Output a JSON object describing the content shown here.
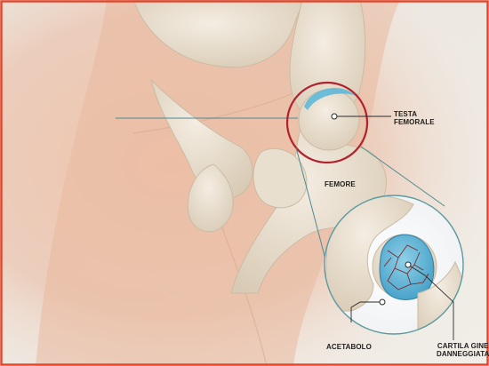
{
  "diagram": {
    "labels": {
      "femoral_head": [
        "TESTA",
        "FEMORALE"
      ],
      "femur": "FEMORE",
      "acetabulum": "ACETABOLO",
      "damaged_cartilage": [
        "CARTILA GINE",
        "DANNEGGIATA"
      ]
    },
    "colors": {
      "border": "#e5432a",
      "callout_circle": "#b0232e",
      "cartilage": "#5fb8d8",
      "damage": "#7a1f1f",
      "bone": "#e7dccb",
      "skin": "#eab9a0"
    }
  }
}
